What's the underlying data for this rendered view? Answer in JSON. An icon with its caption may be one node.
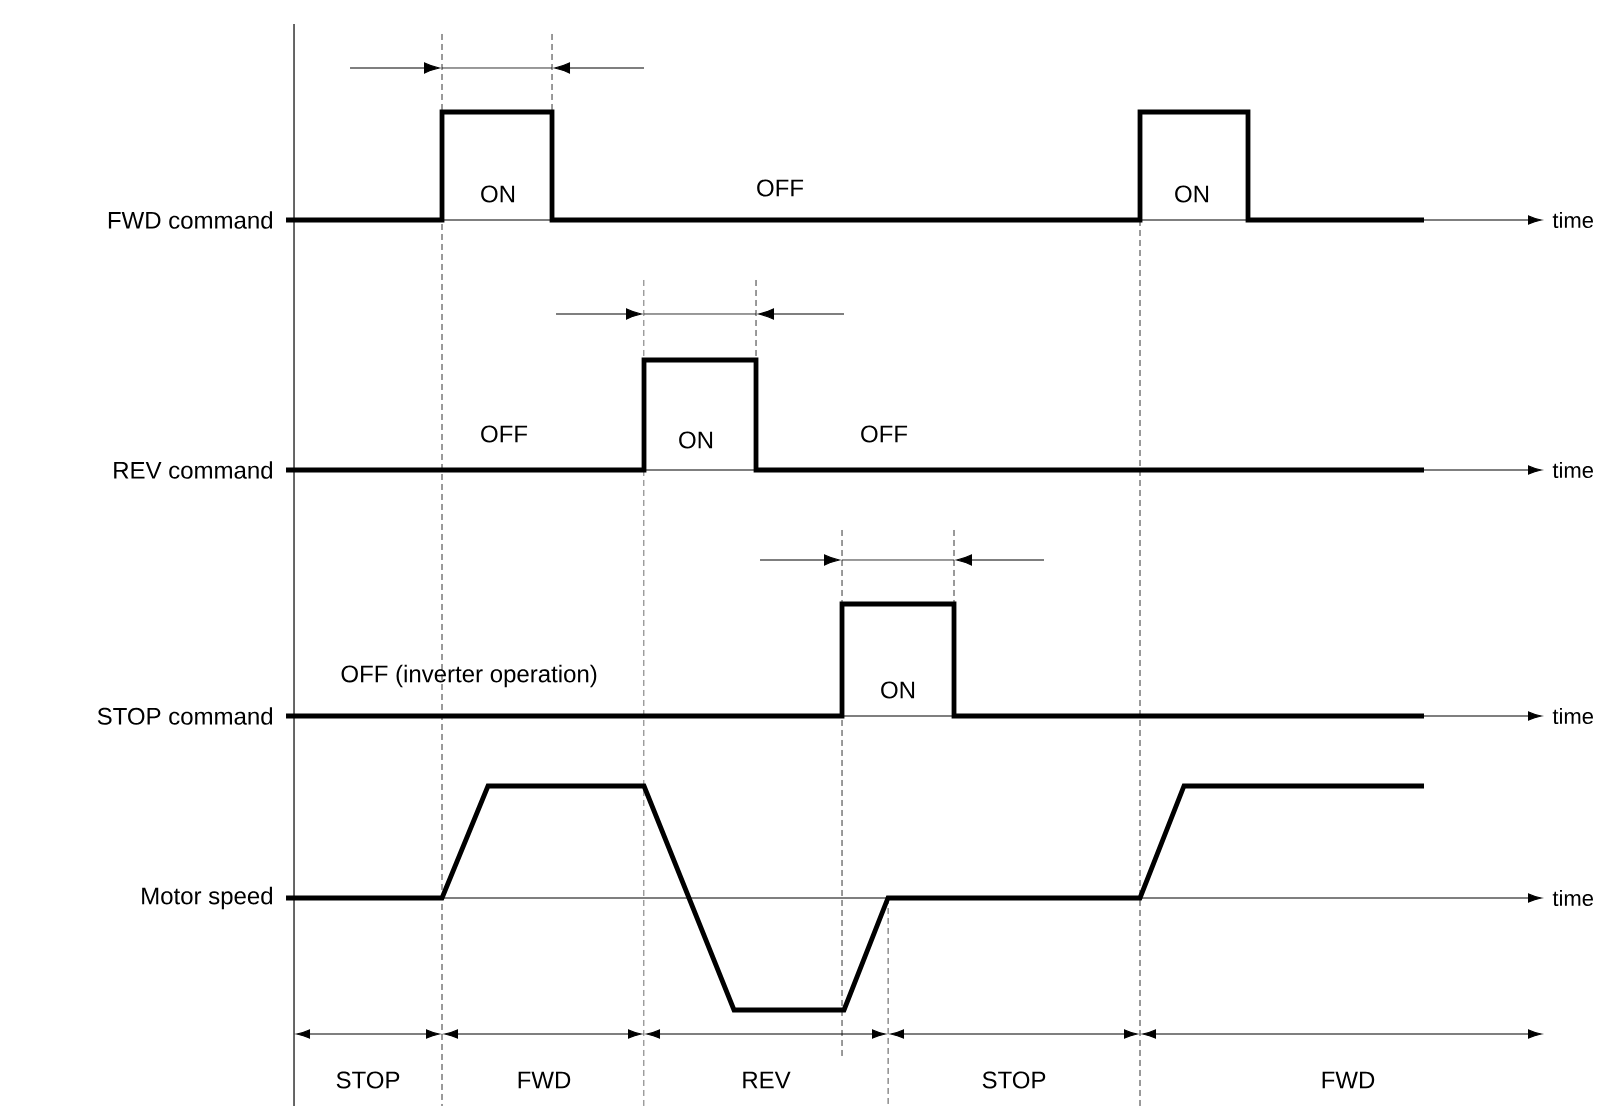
{
  "diagram": {
    "labels": [
      "FWD command",
      "ON",
      "OFF",
      "ON",
      "time",
      "REV command",
      "OFF",
      "ON",
      "OFF",
      "time",
      "OFF (inverter operation)",
      "STOP command",
      "ON",
      "time",
      "Motor speed",
      "time",
      "STOP",
      "FWD",
      "REV",
      "STOP",
      "FWD"
    ]
  }
}
